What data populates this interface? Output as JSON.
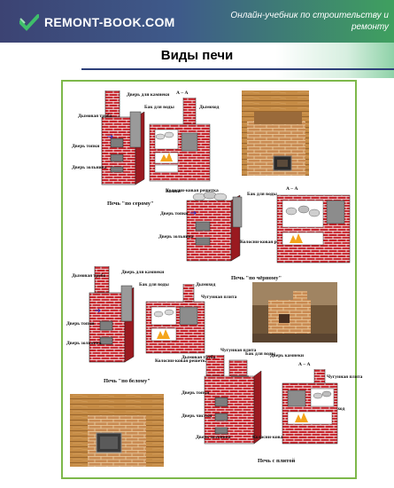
{
  "header": {
    "logo_text": "REMONT-BOOK.COM",
    "tagline": "Онлайн-учебник по строительству и ремонту"
  },
  "title": "Виды печи",
  "colors": {
    "header_left": "#3c4373",
    "header_right": "#3fa05f",
    "brick": "#c8232b",
    "frame": "#7db84a"
  },
  "figure": {
    "section_aa": "А – А",
    "marker_a": "А",
    "ovens": [
      {
        "caption": "Печь \"по серому\"",
        "labels": {
          "chimney": "Дымовая труба",
          "damper": "Дверь для камнеки",
          "water_tank": "Бак для воды",
          "smoke_duct": "Дымоход",
          "firebox_door": "Дверь топки",
          "ash_door": "Дверь зольника",
          "grate": "Колосни-ковая решетка"
        }
      },
      {
        "caption": "Печь \"по чёрному\"",
        "labels": {
          "stones": "Камни",
          "water_tank": "Бак для воды",
          "firebox_door": "Дверь топки",
          "ash_door": "Дверь зольника",
          "grate": "Колосни-ковая решетка"
        }
      },
      {
        "caption": "Печь \"по белому\"",
        "labels": {
          "chimney": "Дымовая труба",
          "damper": "Дверь для камнеки",
          "water_tank": "Бак для воды",
          "smoke_duct": "Дымоход",
          "cast_plate": "Чугунная плита",
          "firebox_door": "Дверь топки",
          "ash_door": "Дверь зольника",
          "grate": "Колосни-ковая решетка"
        }
      },
      {
        "caption": "Печь с плитой",
        "labels": {
          "chimney": "Дымовая труба",
          "cast_plate": "Чугунная плита",
          "water_tank": "Бак для воды",
          "damper": "Дверь камнеки",
          "smoke_duct": "Дымоход",
          "firebox_door": "Дверь топки",
          "cleaning_door": "Дверь чистки",
          "ash_door": "Дверь зольника",
          "grate": "Колосни-ковая решетка"
        }
      }
    ]
  }
}
